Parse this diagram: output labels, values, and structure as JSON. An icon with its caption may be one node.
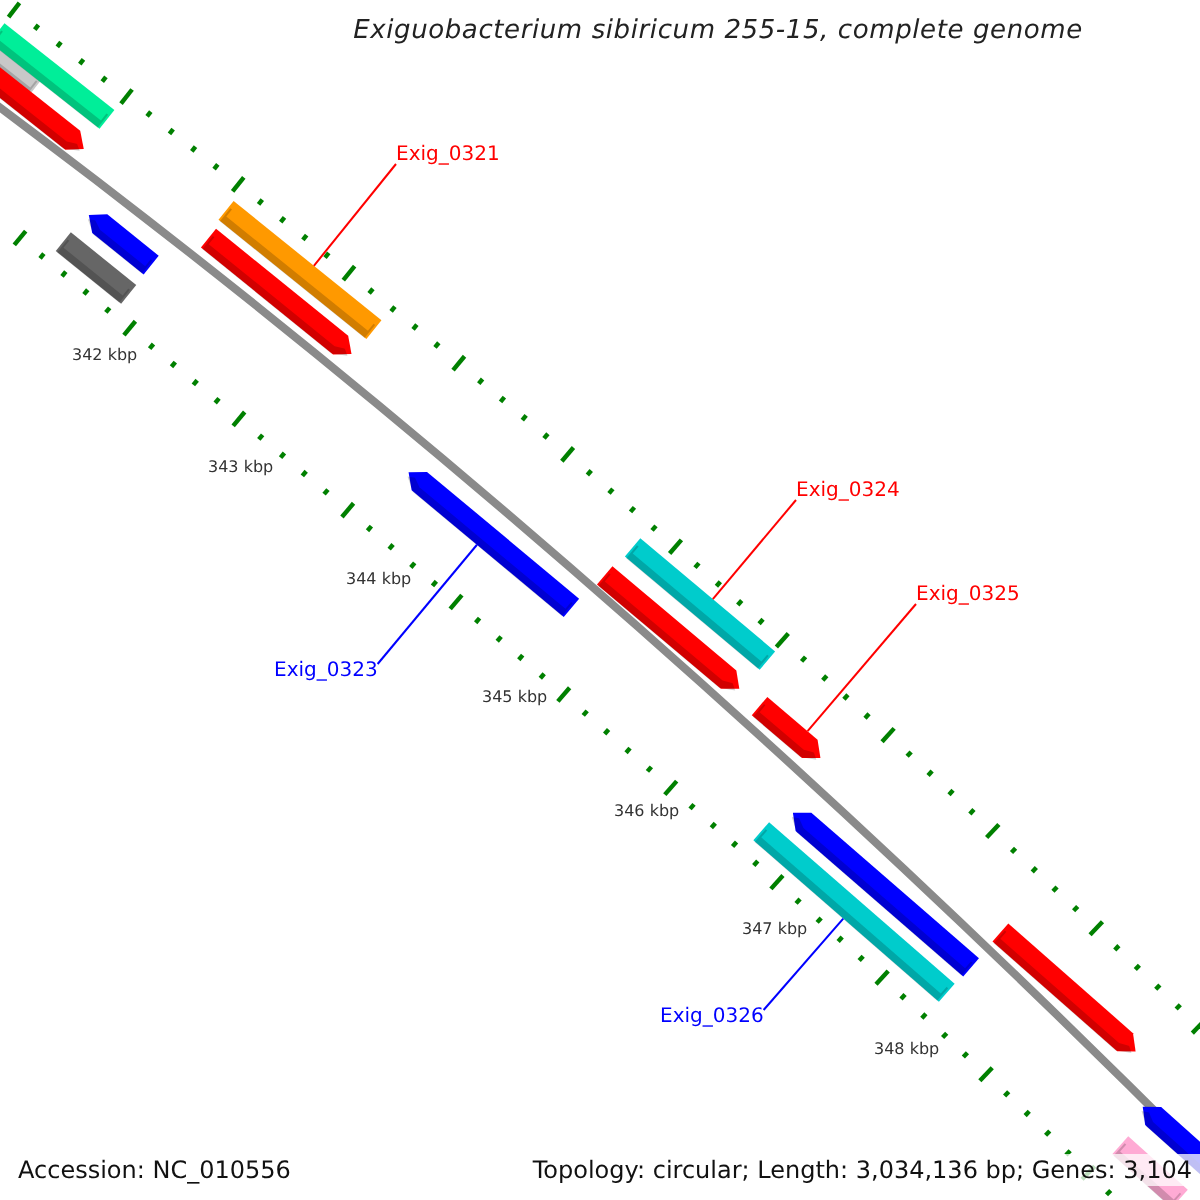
{
  "diagram": {
    "title": "Exiguobacterium sibiricum 255-15, complete genome",
    "nodes": [
      {
        "text": [
          "Exig_0321"
        ]
      },
      {
        "text": [],
        "shape": "bar"
      },
      {
        "text": [
          "Exig_0324"
        ]
      },
      {
        "text": [],
        "shape": "bar"
      },
      {
        "text": [
          "Exig_0325"
        ]
      },
      {
        "text": [],
        "shape": "bar"
      },
      {
        "text": [
          "Exig_0323"
        ]
      },
      {
        "text": [],
        "shape": "bar"
      },
      {
        "text": [
          "Exig_0326"
        ]
      },
      {
        "text": [],
        "shape": "bar"
      }
    ],
    "edges": [
      {
        "from": 0,
        "to": 1,
        "arrow": "none"
      },
      {
        "from": 2,
        "to": 3,
        "arrow": "none"
      },
      {
        "from": 4,
        "to": 5,
        "arrow": "none"
      },
      {
        "from": 6,
        "to": 7,
        "arrow": "none",
        "color": "#0000ff"
      },
      {
        "from": 8,
        "to": 9,
        "arrow": "none",
        "color": "#0000ff"
      }
    ],
    "labels": [
      "342 kbp",
      "343 kbp",
      "344 kbp",
      "345 kbp",
      "346 kbp",
      "347 kbp",
      "348 kbp",
      "Accession: NC_010556",
      "Topology: circular; Length: 3,034,136 bp; Genes: 3,104"
    ]
  }
}
